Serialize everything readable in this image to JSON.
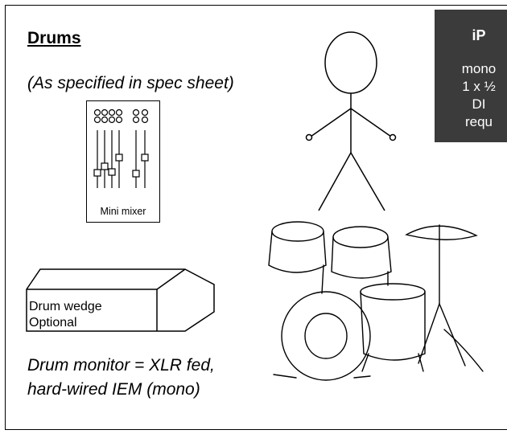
{
  "section": {
    "title": "Drums",
    "note": "(As specified in spec sheet)"
  },
  "mixer": {
    "label": "Mini mixer"
  },
  "wedge": {
    "line1": "Drum wedge",
    "line2": "Optional"
  },
  "monitor": {
    "line1": "Drum monitor = XLR fed,",
    "line2": "hard-wired IEM (mono)"
  },
  "ipad_box": {
    "title": "iP",
    "lines": [
      "mono",
      "1 x ½",
      "DI",
      "requ"
    ],
    "color": "#3b3b3b"
  },
  "icons": [
    "stick-figure-drummer",
    "mini-mixer-icon",
    "drum-wedge-icon",
    "drum-kit-sketch"
  ]
}
